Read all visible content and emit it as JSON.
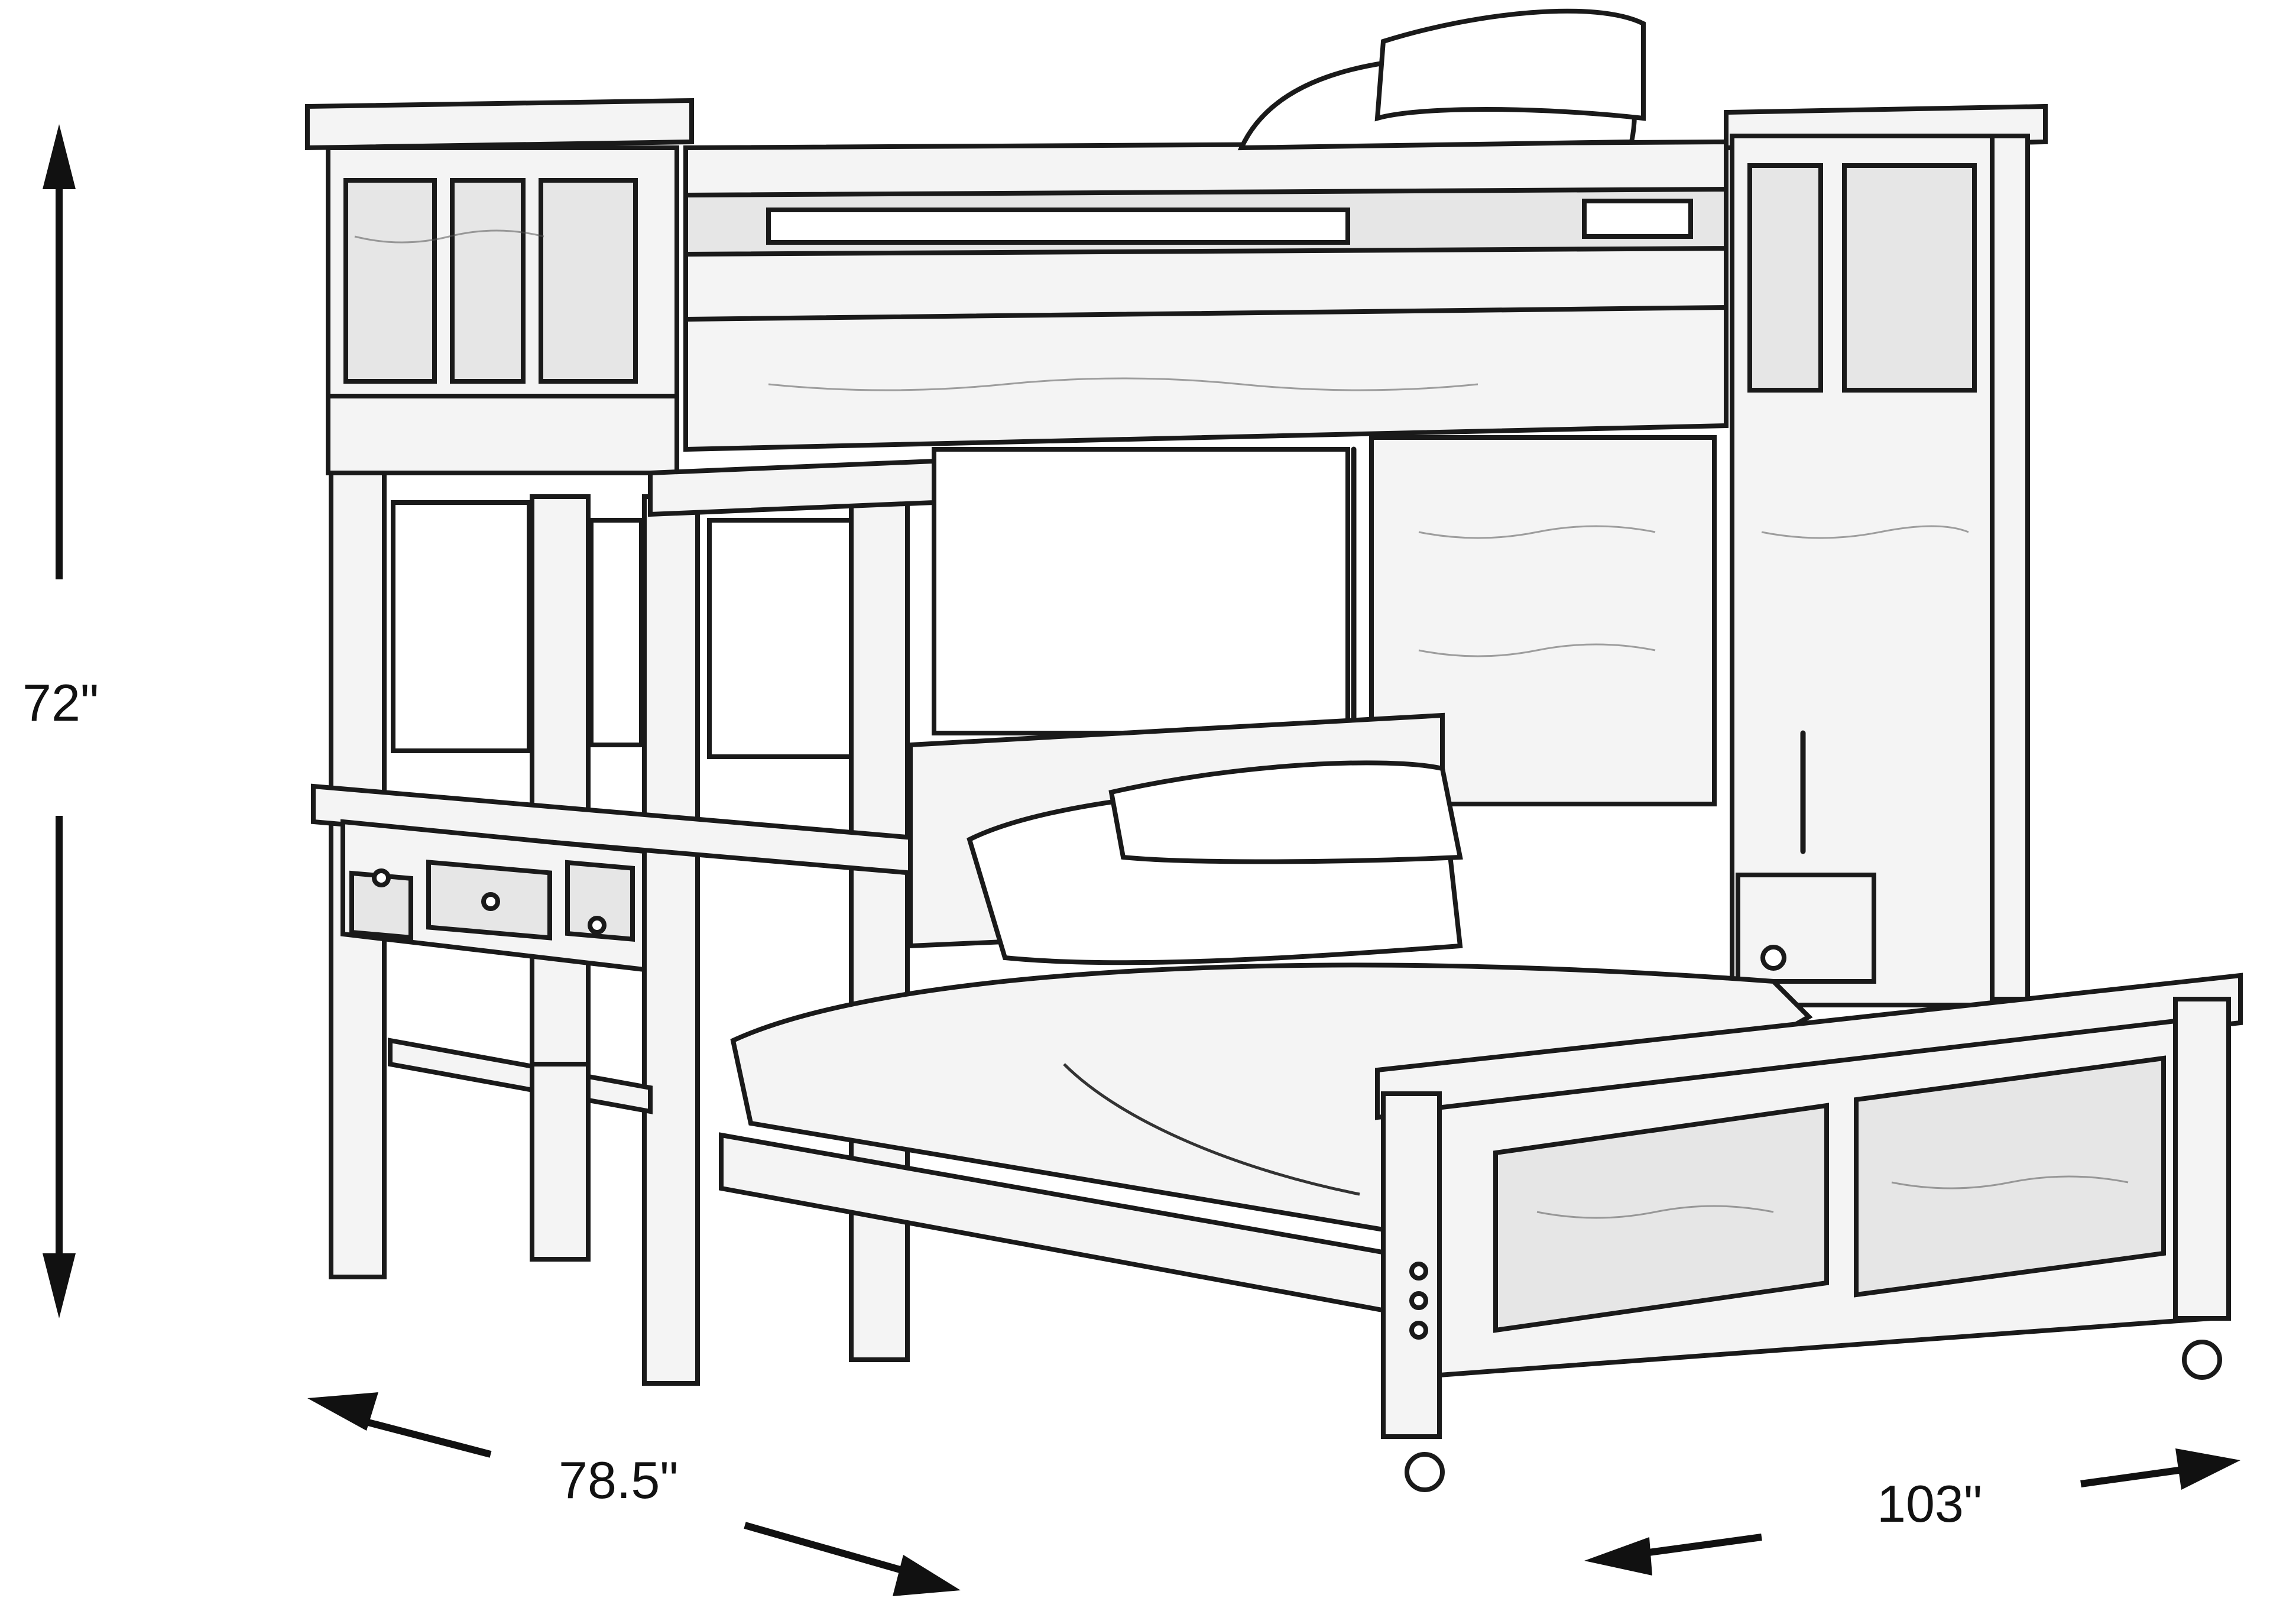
{
  "diagram": {
    "title": "Loft bed with desk and full bed — dimension drawing",
    "subject": "twin-over-full loft bunk bed with desk, bookcase and storage unit",
    "dimensions": {
      "height": {
        "label": "72\"",
        "value_in": 72,
        "axis": "vertical"
      },
      "depth": {
        "label": "78.5\"",
        "value_in": 78.5,
        "axis": "left-diagonal"
      },
      "width": {
        "label": "103\"",
        "value_in": 103,
        "axis": "right-diagonal"
      }
    },
    "components": [
      {
        "name": "upper-bunk",
        "description": "top bunk with guard rail and pillow"
      },
      {
        "name": "desk",
        "description": "desk with three drawers"
      },
      {
        "name": "bookcase",
        "description": "open shelving under loft"
      },
      {
        "name": "lower-bed",
        "description": "full bed with pillows, panel headboard and footboard"
      },
      {
        "name": "storage-tower",
        "description": "side cabinet / ladder tower"
      }
    ],
    "style": {
      "line_color": "#1a1a1a",
      "background": "#ffffff"
    }
  }
}
